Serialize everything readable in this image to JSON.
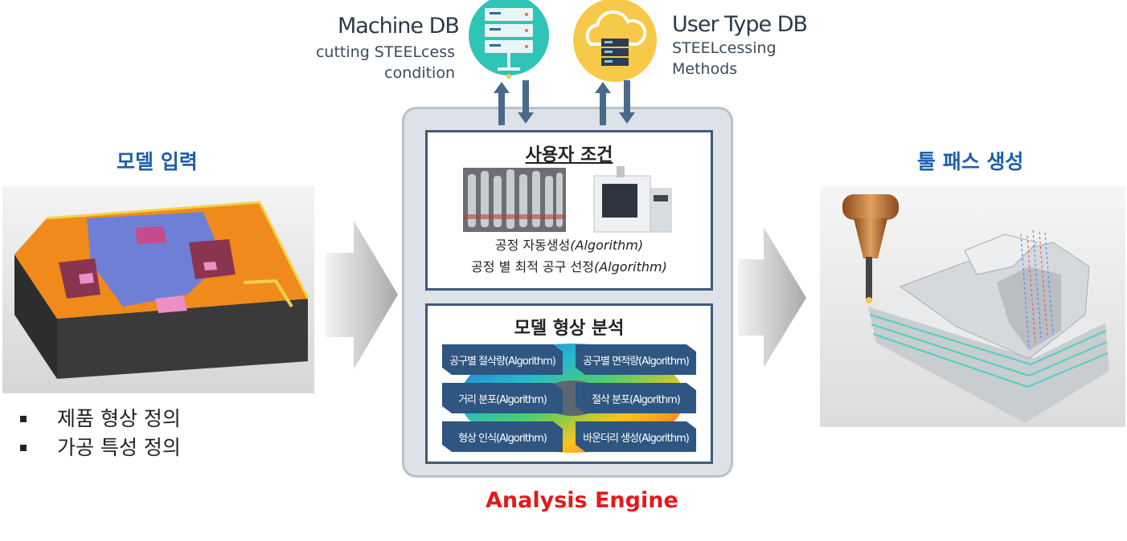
{
  "input": {
    "title": "모델 입력",
    "bullets": [
      "제품 형상 정의",
      "가공 특성 정의"
    ]
  },
  "output": {
    "title": "툴 패스 생성"
  },
  "machine_db": {
    "title": "Machine DB",
    "subtitle_line1": "cutting STEELcess",
    "subtitle_line2": "condition",
    "color": "#2ec4b6"
  },
  "user_type_db": {
    "title": "User Type DB",
    "subtitle_line1": "STEELcessing",
    "subtitle_line2": "Methods",
    "color": "#f7c948"
  },
  "user_condition": {
    "title": "사용자 조건",
    "line1_text": "공정 자동생성",
    "line1_algo": "(Algorithm)",
    "line2_text": "공정 별 최적 공구 선정",
    "line2_algo": "(Algorithm)"
  },
  "shape_analysis": {
    "title": "모델 형상 분석",
    "items": [
      "공구별 절삭량(Algorithm)",
      "공구별 면적량(Algorithm)",
      "거리 분포(Algorithm)",
      "절삭 분포(Algorithm)",
      "형상 인식(Algorithm)",
      "바운더리 생성(Algorithm)"
    ]
  },
  "engine_label": "Analysis Engine",
  "colors": {
    "accent_blue": "#1f5fa8",
    "engine_red": "#e31a1a",
    "panel_border": "#3f5b7a",
    "button": "#2e5680"
  }
}
